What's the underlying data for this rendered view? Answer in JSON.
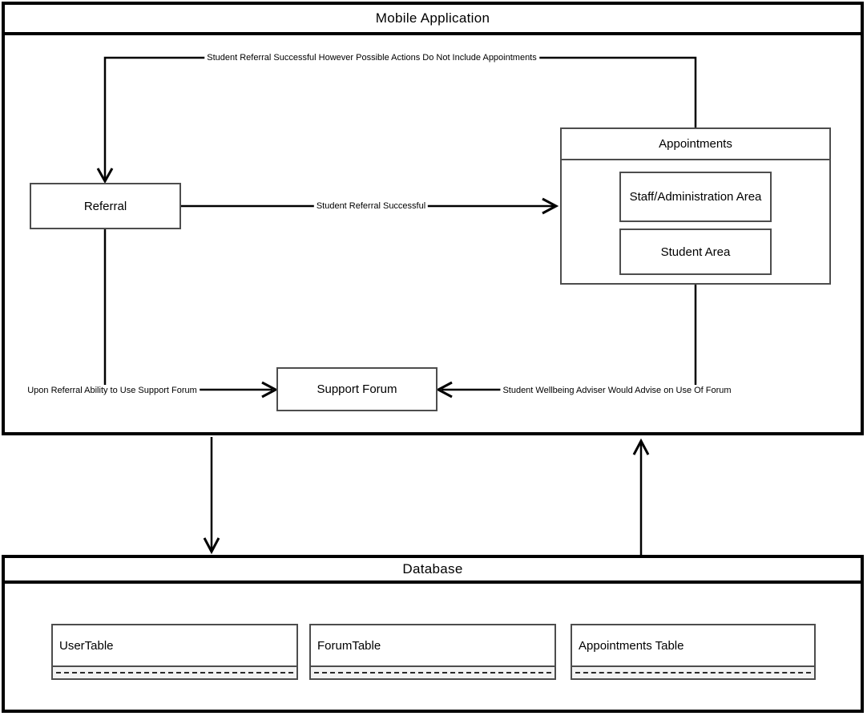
{
  "diagram": {
    "app_container": {
      "title": "Mobile Application"
    },
    "database_container": {
      "title": "Database"
    },
    "nodes": {
      "referral": "Referral",
      "appointments": "Appointments",
      "staff_area": "Staff/Administration Area",
      "student_area": "Student Area",
      "support_forum": "Support Forum"
    },
    "connector_labels": {
      "no_appointments": "Student Referral Successful However Possible Actions Do Not Include Appointments",
      "referral_successful": "Student Referral Successful",
      "upon_referral": "Upon Referral Ability to Use Support Forum",
      "adviser_forum": "Student Wellbeing Adviser Would Advise on Use Of Forum"
    },
    "database": {
      "tables": [
        {
          "name": "UserTable"
        },
        {
          "name": "ForumTable"
        },
        {
          "name": "Appointments Table"
        }
      ]
    },
    "colors": {
      "line": "#000000",
      "box_border": "#4d4d4d",
      "strip_background": "#f2f2f2",
      "background": "#ffffff"
    }
  }
}
